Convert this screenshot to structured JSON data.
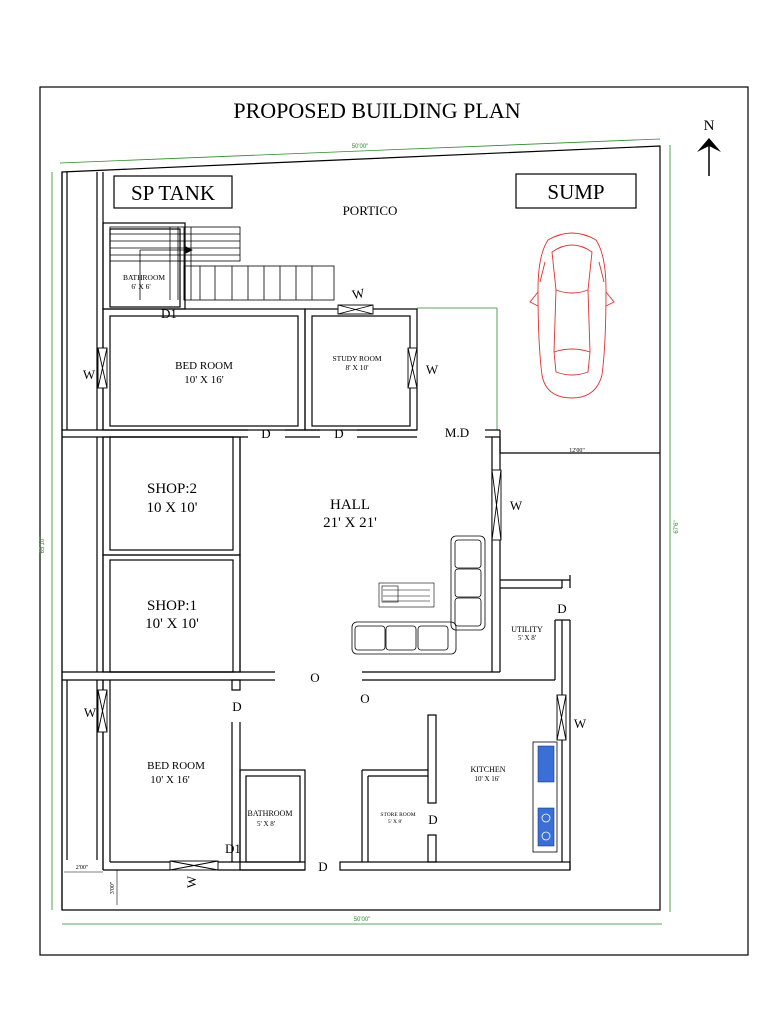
{
  "title": "PROPOSED BUILDING PLAN",
  "north": "N",
  "labels": {
    "sp_tank": "SP TANK",
    "sump": "SUMP",
    "portico": "PORTICO",
    "bathroom_top": "BATHROOM",
    "bathroom_top_size": "6' X 6'",
    "bedroom_top": "BED ROOM",
    "bedroom_top_size": "10' X 16'",
    "study": "STUDY ROOM",
    "study_size": "8' X 10'",
    "hall": "HALL",
    "hall_size": "21' X 21'",
    "shop2": "SHOP:2",
    "shop2_size": "10 X 10'",
    "shop1": "SHOP:1",
    "shop1_size": "10' X 10'",
    "utility": "UTILITY",
    "utility_size": "5' X 8'",
    "bedroom_bottom": "BED ROOM",
    "bedroom_bottom_size": "10' X 16'",
    "bathroom_bottom": "BATHROOM",
    "bathroom_bottom_size": "5' X 8'",
    "store": "STORE ROOM",
    "store_size": "5' X 8'",
    "kitchen": "KITCHEN",
    "kitchen_size": "10' X 16'"
  },
  "marks": {
    "d": "D",
    "d1": "D1",
    "w": "W",
    "md": "M.D",
    "o": "O"
  },
  "dims": {
    "top": "50'00\"",
    "bottom": "50'00\"",
    "left": "65'10\"",
    "right": "67'6\"",
    "portico_width": "12'00\"",
    "corner_a": "2'00\"",
    "corner_b": "3'00\""
  },
  "colors": {
    "wall": "#000000",
    "dimension": "#2a8a2a",
    "car": "#e03030"
  }
}
